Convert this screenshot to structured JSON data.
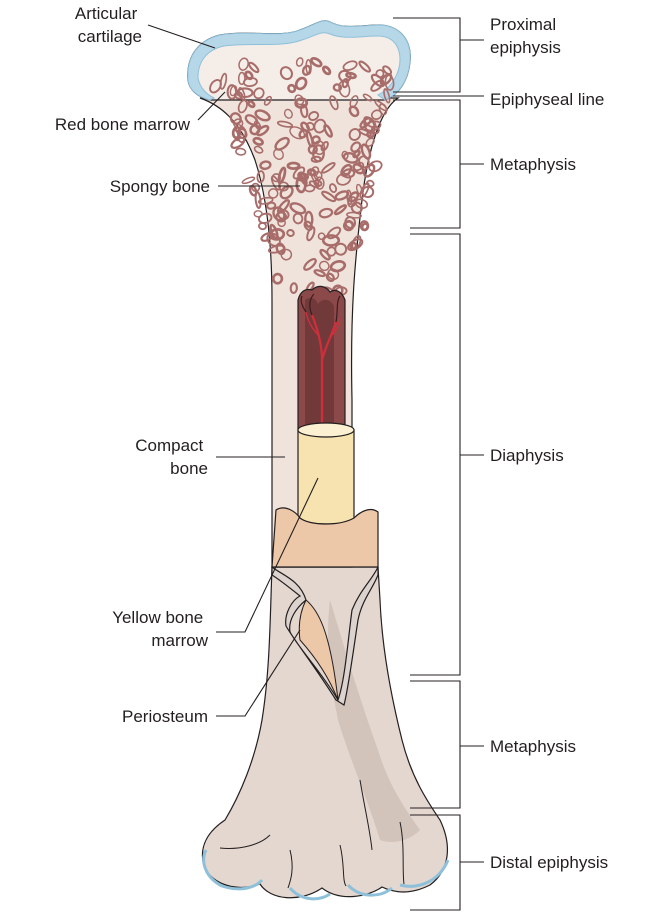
{
  "colors": {
    "bone_light": "#f5ede8",
    "bone_shaft": "#efe3db",
    "bone_lower": "#e4d7cf",
    "bone_lower_shade": "#cbbcb2",
    "cartilage": "#b6d7e8",
    "cartilage_edge": "#8fc0da",
    "spongy": "#a86d6a",
    "red_marrow": "#8b4a49",
    "red_marrow_dark": "#5e2b2d",
    "vessel": "#d12e3b",
    "yellow_marrow": "#f7e3b0",
    "yellow_marrow_top": "#fbf0d2",
    "compact_cut": "#ecc7a8",
    "periosteum": "#dcd2ce",
    "line": "#231f20"
  },
  "labels": {
    "left": {
      "articular_cartilage": [
        "Articular",
        "cartilage"
      ],
      "red_bone_marrow": "Red bone marrow",
      "spongy_bone": "Spongy bone",
      "compact_bone": [
        "Compact",
        "bone"
      ],
      "yellow_bone_marrow": [
        "Yellow bone",
        "marrow"
      ],
      "periosteum": "Periosteum"
    },
    "right": {
      "proximal_epiphysis": [
        "Proximal",
        "epiphysis"
      ],
      "epiphyseal_line": "Epiphyseal line",
      "metaphysis_upper": "Metaphysis",
      "diaphysis": "Diaphysis",
      "metaphysis_lower": "Metaphysis",
      "distal_epiphysis": "Distal epiphysis"
    }
  },
  "icons": {
    "bone": "long-bone-cutaway-illustration"
  }
}
